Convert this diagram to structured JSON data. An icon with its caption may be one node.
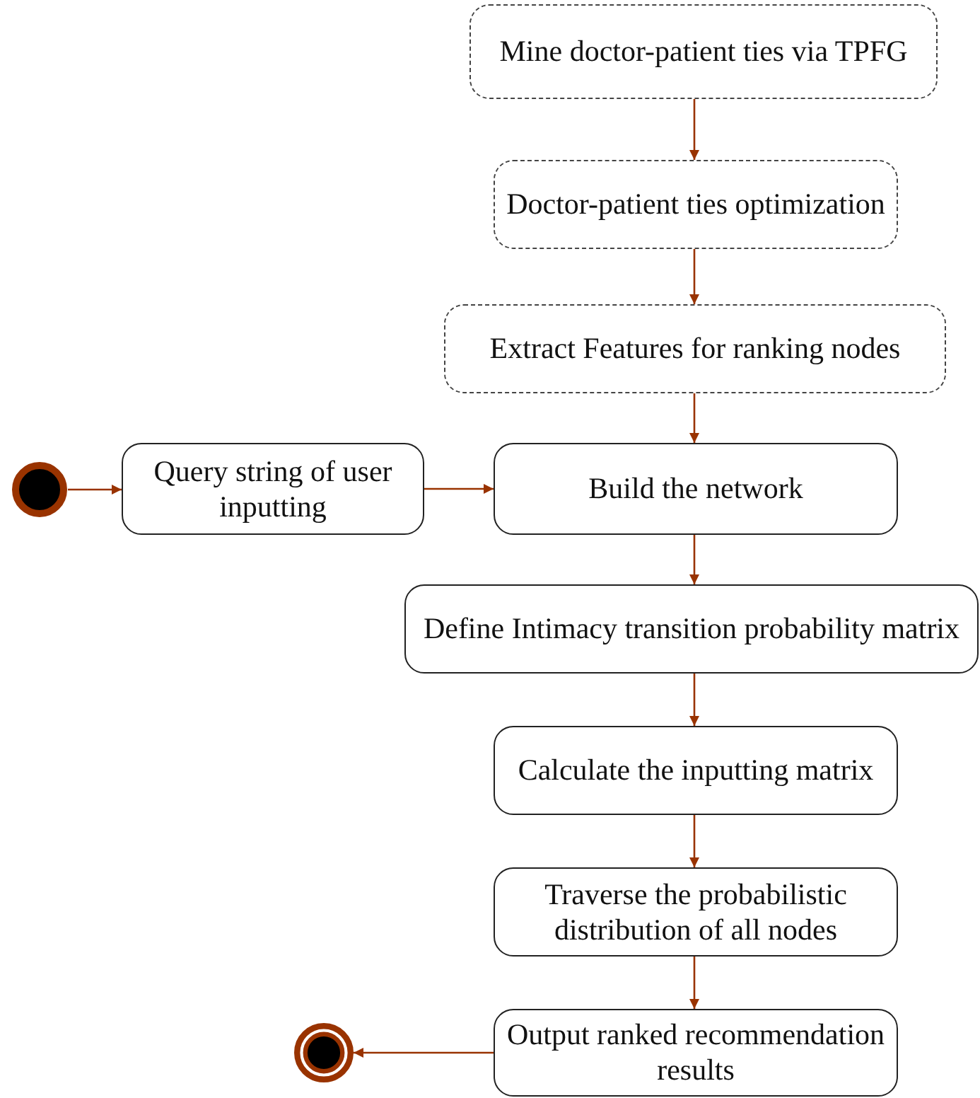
{
  "diagram": {
    "nodes": [
      {
        "text": [
          "Mine doctor-patient ties via TPFG"
        ]
      },
      {
        "text": [
          "Doctor-patient ties optimization"
        ]
      },
      {
        "text": [
          "Extract Features for ranking nodes"
        ]
      },
      {
        "text": [],
        "shape": "circle"
      },
      {
        "text": [
          "Query string of user inputting"
        ]
      },
      {
        "text": [
          "Build the network"
        ]
      },
      {
        "text": [
          "Define Intimacy transition probability matrix"
        ]
      },
      {
        "text": [
          "Calculate the inputting matrix"
        ]
      },
      {
        "text": [
          "Traverse the probabilistic distribution of all nodes"
        ]
      },
      {
        "text": [],
        "shape": "circle"
      },
      {
        "text": [
          "Output ranked recommendation results"
        ]
      }
    ],
    "edges": [
      {
        "from": 0,
        "to": 1,
        "arrow": "to"
      },
      {
        "from": 1,
        "to": 2,
        "arrow": "to"
      },
      {
        "from": 2,
        "to": 5,
        "arrow": "to"
      },
      {
        "from": 3,
        "to": 4,
        "arrow": "to"
      },
      {
        "from": 4,
        "to": 5,
        "arrow": "to"
      },
      {
        "from": 5,
        "to": 6,
        "arrow": "to"
      },
      {
        "from": 6,
        "to": 7,
        "arrow": "to"
      },
      {
        "from": 7,
        "to": 8,
        "arrow": "to"
      },
      {
        "from": 8,
        "to": 10,
        "arrow": "to"
      },
      {
        "from": 10,
        "to": 9,
        "arrow": "to"
      }
    ]
  }
}
